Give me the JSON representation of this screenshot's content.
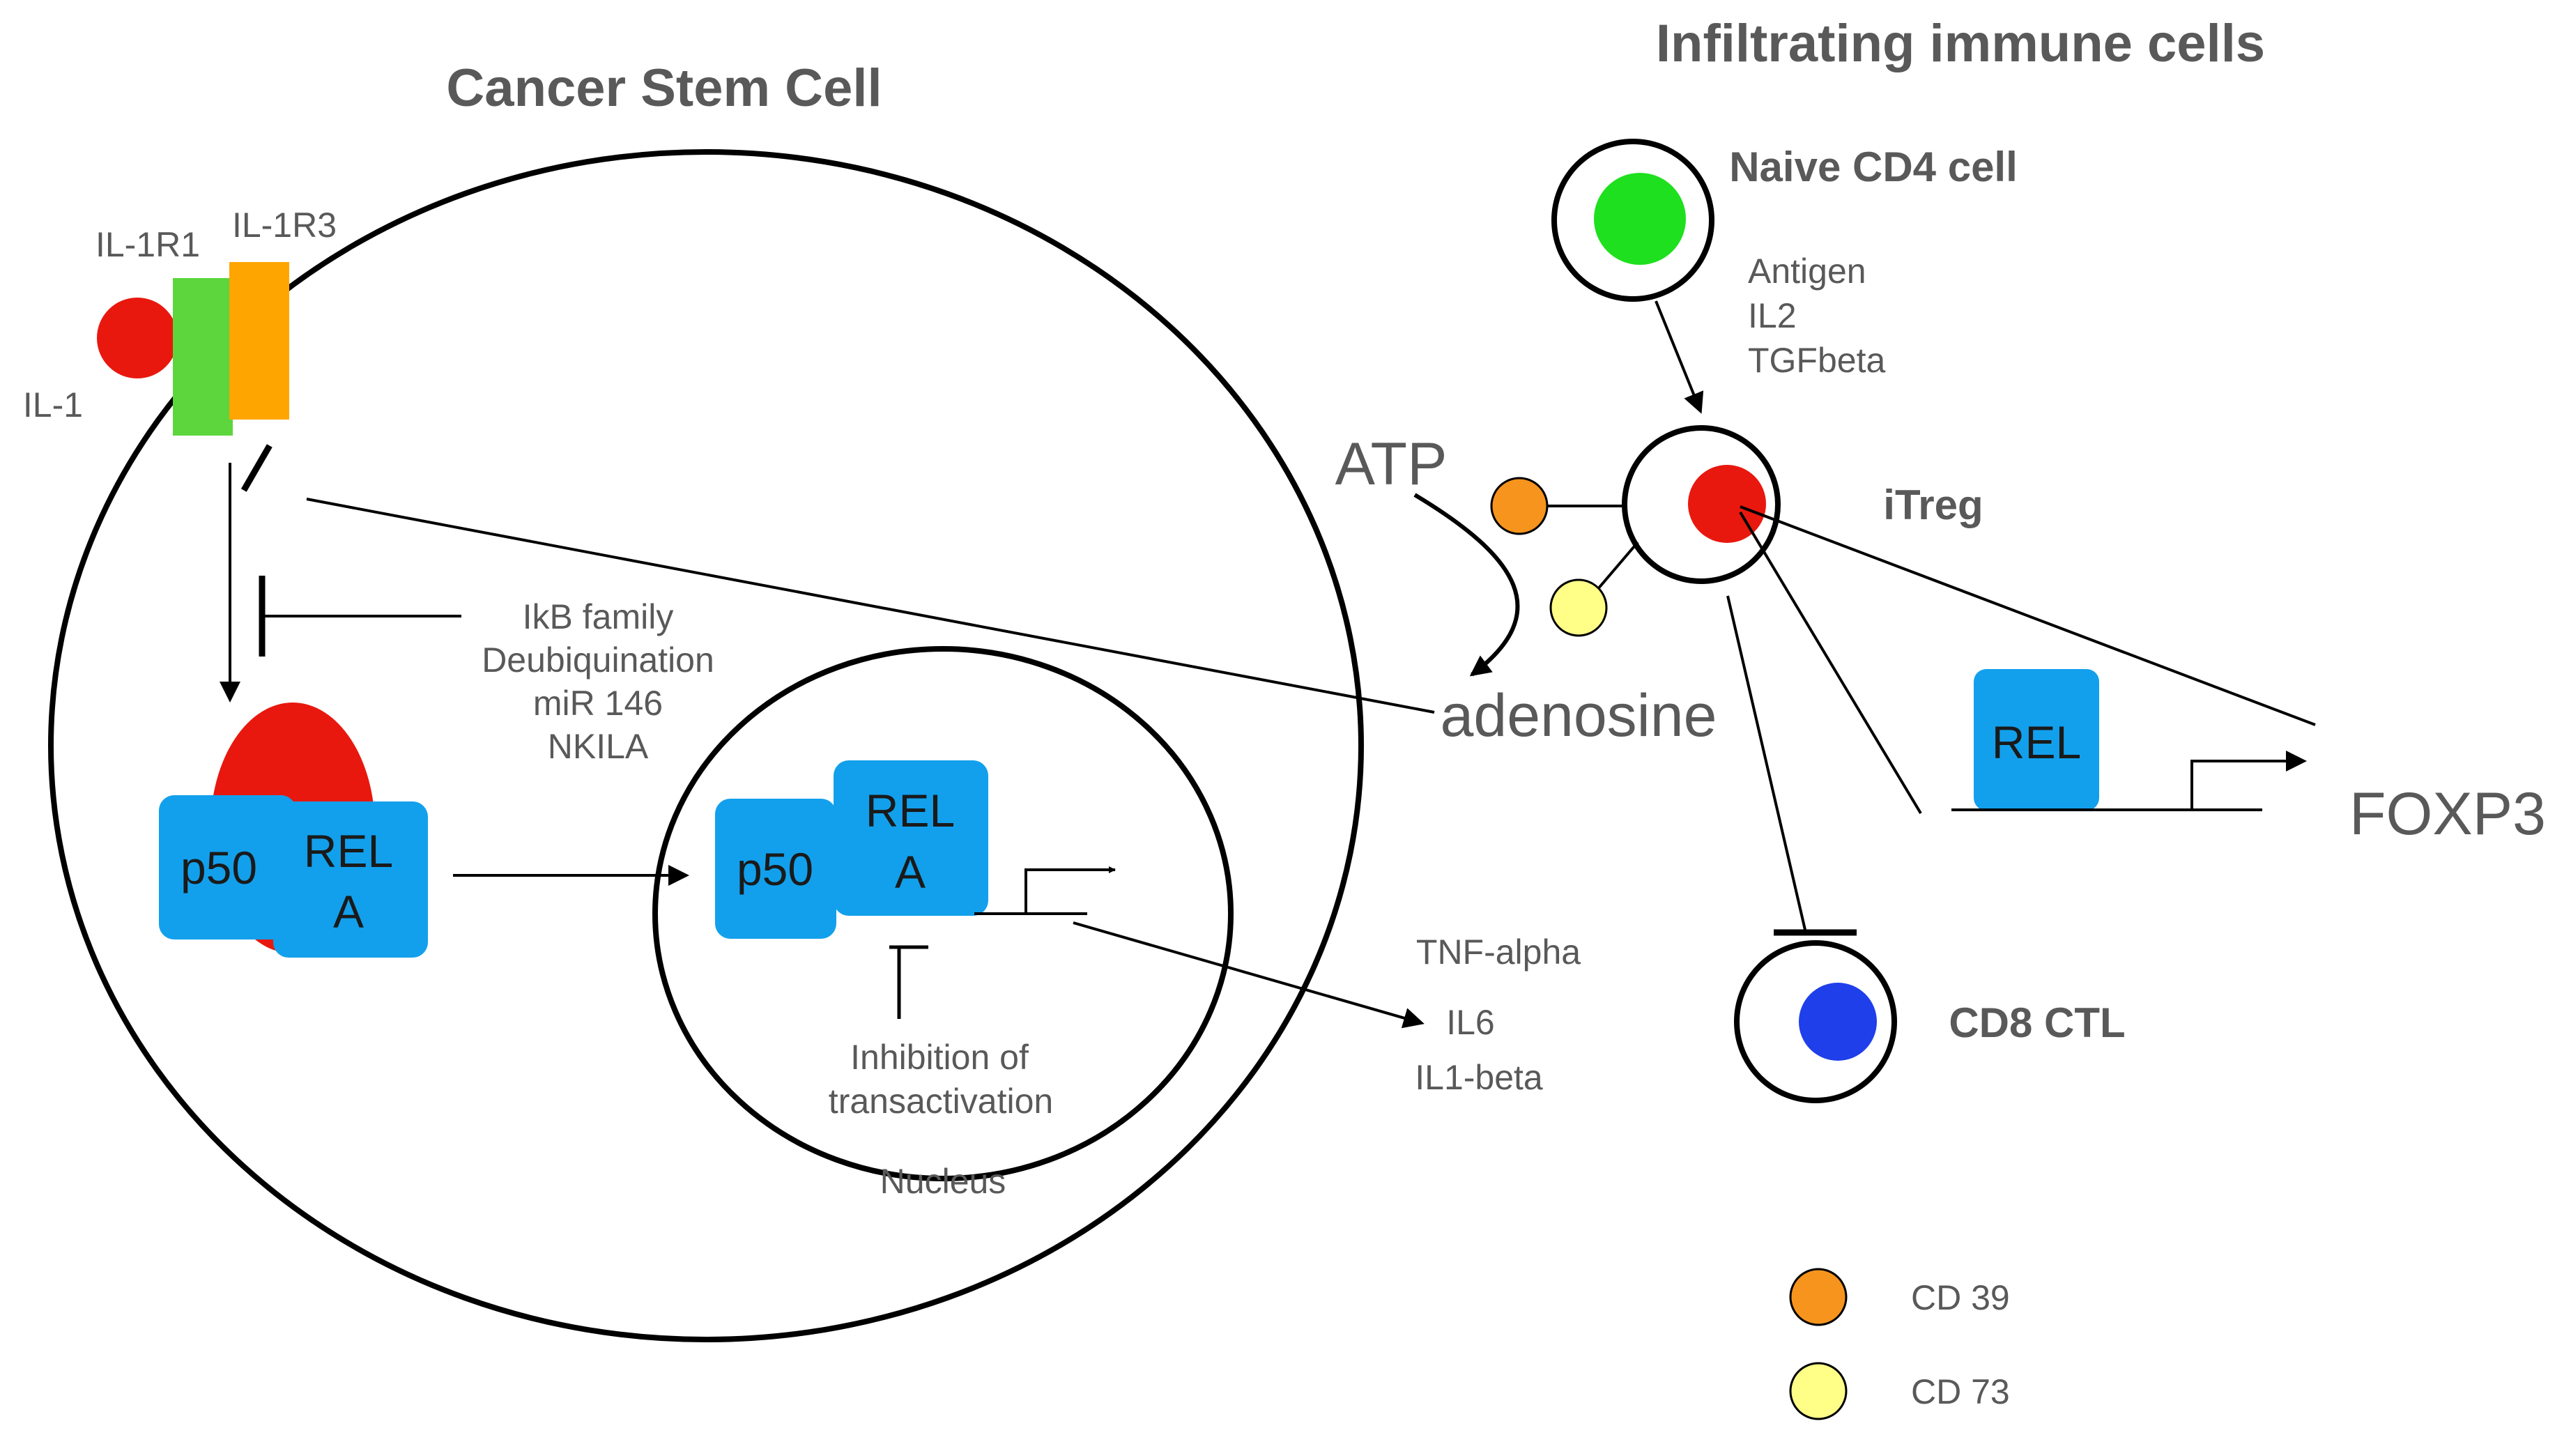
{
  "titles": {
    "cancer_stem_cell": "Cancer Stem Cell",
    "infiltrating_immune_cells": "Infiltrating immune cells"
  },
  "receptor": {
    "il1r1": "IL-1R1",
    "il1r3": "IL-1R3",
    "il1": "IL-1"
  },
  "inhibitors": {
    "line1": "IkB family",
    "line2": "Deubiquination",
    "line3": "miR 146",
    "line4": "NKILA"
  },
  "cytoplasm_complex": {
    "p50": "p50",
    "rela_line1": "REL",
    "rela_line2": "A"
  },
  "nucleus": {
    "label": "Nucleus",
    "p50": "p50",
    "rela_line1": "REL",
    "rela_line2": "A",
    "inhibition_line1": "Inhibition of",
    "inhibition_line2": "transactivation"
  },
  "cytokines": {
    "tnf": "TNF-alpha",
    "il6": "IL6",
    "il1b": "IL1-beta"
  },
  "immune": {
    "naive": "Naive CD4 cell",
    "antigen": "Antigen",
    "il2": "IL2",
    "tgfbeta": "TGFbeta",
    "itreg": "iTreg",
    "cd8": "CD8 CTL",
    "rel": "REL",
    "foxp3": "FOXP3"
  },
  "metabolites": {
    "atp": "ATP",
    "adenosine": "adenosine"
  },
  "legend": {
    "cd39": "CD 39",
    "cd73": "CD 73"
  },
  "colors": {
    "il1": "#e8180f",
    "il1r1": "#5cd63c",
    "il1r3": "#ffa500",
    "nfkb_box": "#12a0ec",
    "red_blob": "#e8180f",
    "naive_core": "#1ee01e",
    "itreg_core": "#e8180f",
    "cd8_core": "#1f3fea",
    "cd39": "#f7941d",
    "cd73": "#ffff88"
  }
}
